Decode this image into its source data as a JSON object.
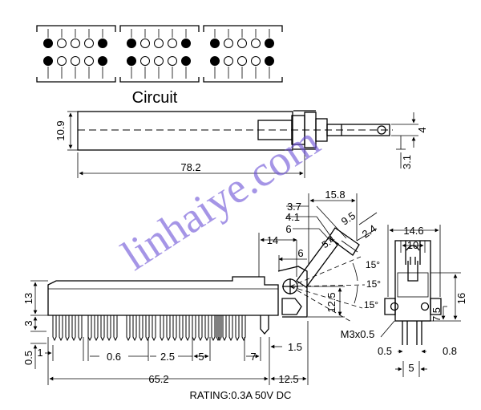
{
  "circuit": {
    "label": "Circuit",
    "blocks": [
      {
        "top_row": [
          "filled",
          "open",
          "open",
          "open",
          "filled"
        ],
        "bottom_row": [
          "filled",
          "open",
          "open",
          "open",
          "filled"
        ]
      },
      {
        "top_row": [
          "filled",
          "open",
          "open",
          "open",
          "filled"
        ],
        "bottom_row": [
          "filled",
          "open",
          "open",
          "open",
          "filled"
        ]
      },
      {
        "top_row": [
          "filled",
          "open",
          "open",
          "open",
          "filled"
        ],
        "bottom_row": [
          "filled",
          "open",
          "open",
          "open",
          "filled"
        ]
      }
    ]
  },
  "top_view": {
    "height_dim": "10.9",
    "length_dim": "78.2",
    "shaft_dim": "4",
    "shaft_tip_dim": "3.1"
  },
  "side_view": {
    "dims": {
      "d3_7": "3.7",
      "d4_1": "4.1",
      "d15_8": "15.8",
      "d9_5": "9.5",
      "d6a": "6",
      "d2_4": "2.4",
      "d5_4": "5.4",
      "d14": "14",
      "d6b": "6",
      "d13": "13",
      "d3": "3",
      "d0_5": "0.5",
      "d1": "1",
      "d0_6": "0.6",
      "d2_5": "2.5",
      "d5": "5",
      "d7": "7",
      "d1_5": "1.5",
      "d65_2": "65.2",
      "d12_5_bottom": "12.5",
      "d12_5_vertical": "12.5"
    },
    "angles": [
      "15°",
      "15°",
      "15°"
    ]
  },
  "end_view": {
    "dims": {
      "d14_6": "14.6",
      "d10": "10",
      "d16": "16",
      "d7_5": "7.5",
      "d0_5": "0.5",
      "d0_8": "0.8",
      "d5": "5"
    },
    "screw": "M3x0.5"
  },
  "rating": "RATING:0.3A 50V DC",
  "watermark": "linhaiye.com"
}
